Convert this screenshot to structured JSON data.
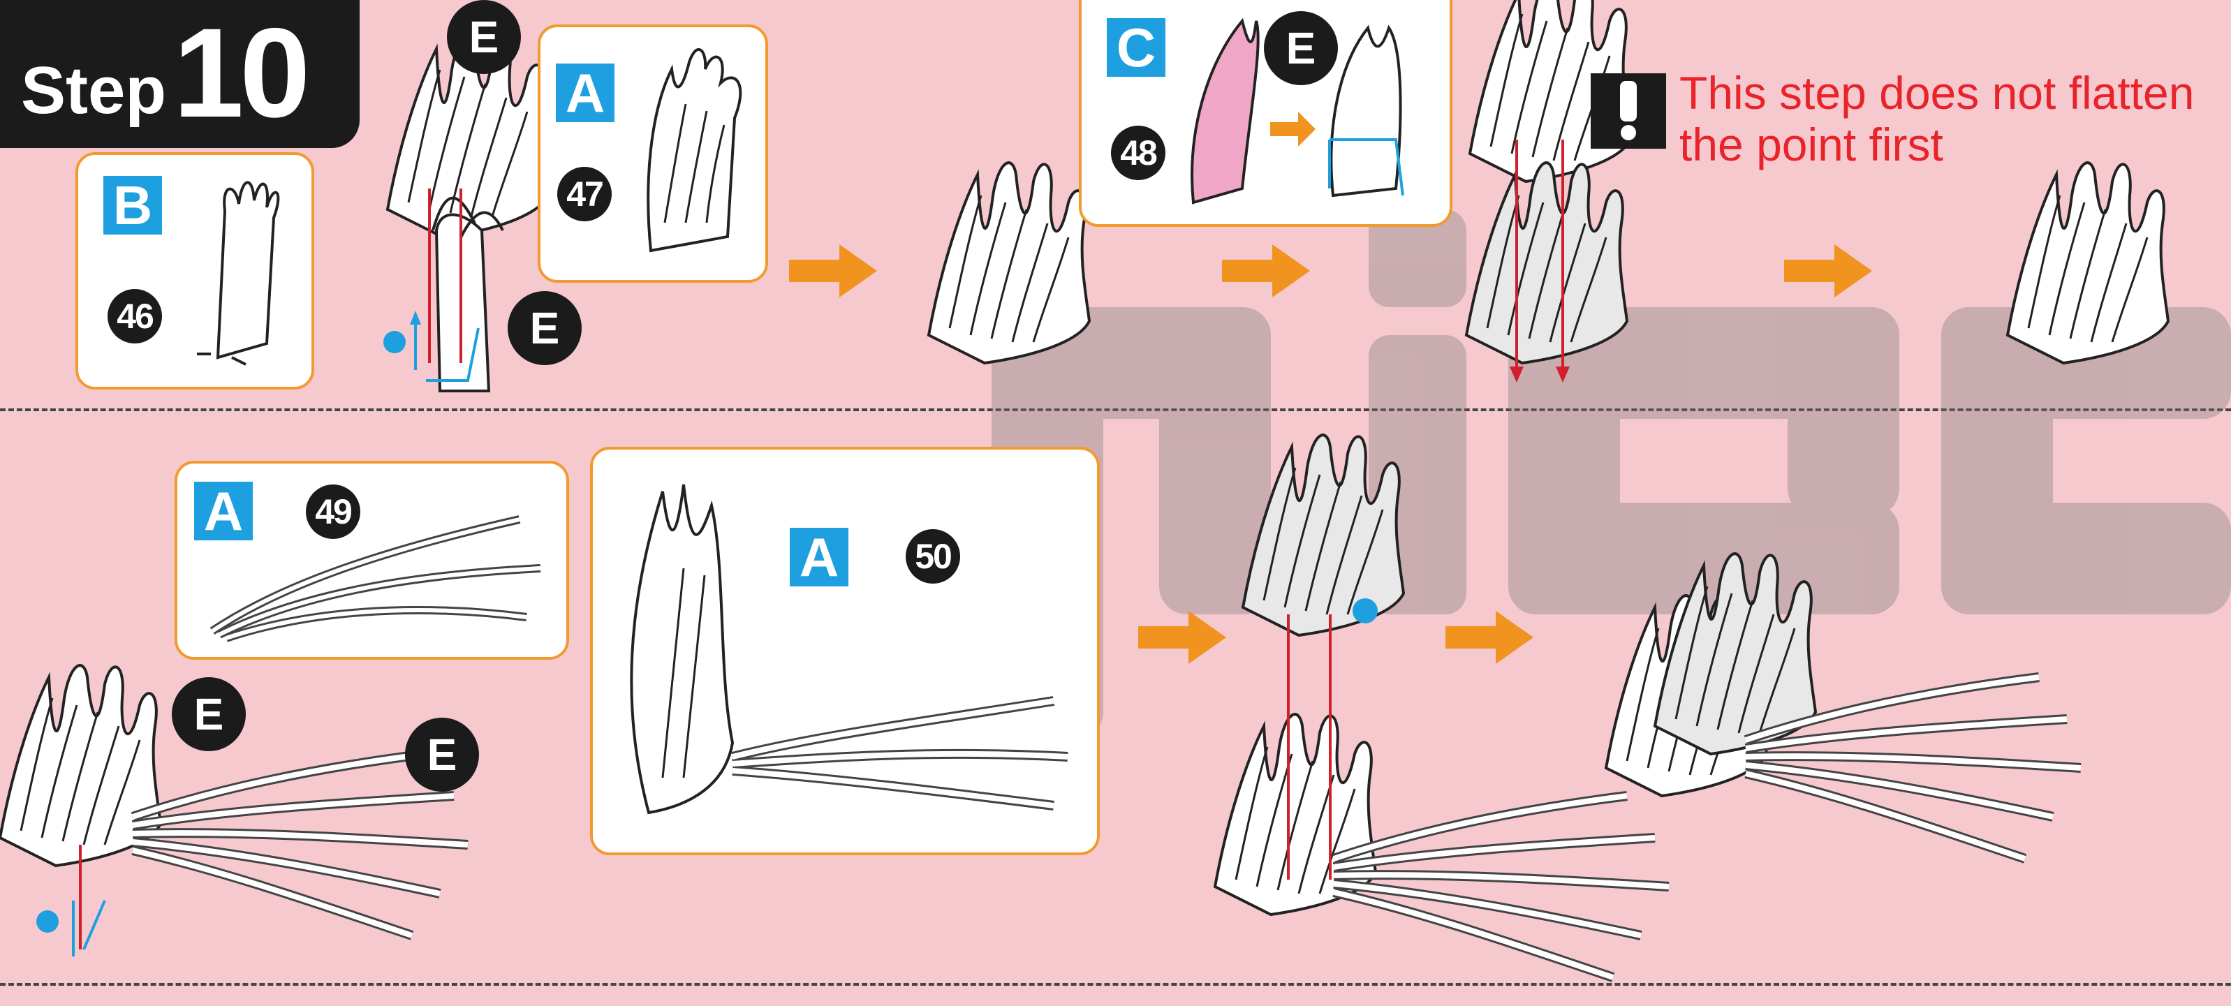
{
  "step": {
    "word": "Step",
    "number": "10"
  },
  "warning": {
    "line1": "This step does not flatten",
    "line2": "the point first"
  },
  "callout_b": {
    "letter": "B",
    "number": "46"
  },
  "callout_a47": {
    "letter": "A",
    "number": "47"
  },
  "callout_c": {
    "letter": "C",
    "number": "48"
  },
  "callout_a49": {
    "letter": "A",
    "number": "49"
  },
  "callout_a50": {
    "letter": "A",
    "number": "50"
  },
  "e_marker": "E",
  "colors": {
    "background": "#f6c9cf",
    "accent_orange": "#f19a2d",
    "label_blue": "#1ea0e0",
    "warning_red": "#e8242a",
    "badge_black": "#1b1b1b"
  }
}
